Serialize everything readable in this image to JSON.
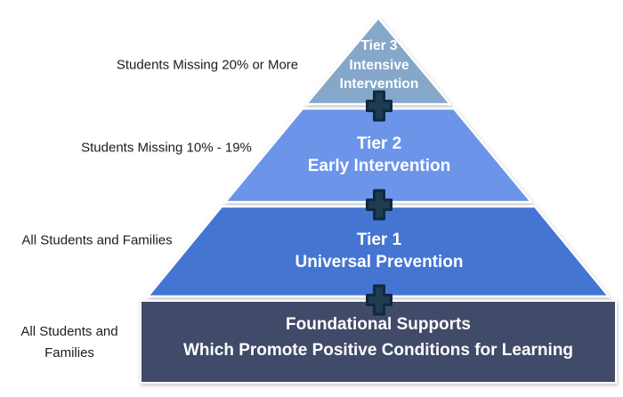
{
  "diagram": {
    "left_labels": {
      "tier3": "Students Missing 20% or More",
      "tier2": "Students Missing 10% - 19%",
      "tier1": "All Students and Families",
      "base_line1": "All Students and",
      "base_line2": "Families"
    },
    "tiers": [
      {
        "title": "Tier 3",
        "subtitle": "Intensive Intervention",
        "color": "#85a7c9"
      },
      {
        "title": "Tier 2",
        "subtitle": "Early Intervention",
        "color": "#6c94e9"
      },
      {
        "title": "Tier 1",
        "subtitle": "Universal Prevention",
        "color": "#4475d2"
      }
    ],
    "base": {
      "line1": "Foundational Supports",
      "line2": "Which Promote Positive Conditions for Learning",
      "color": "#414a68"
    },
    "plus_icon": {
      "fill": "#1d3c52",
      "stroke": "#0f2940"
    }
  }
}
